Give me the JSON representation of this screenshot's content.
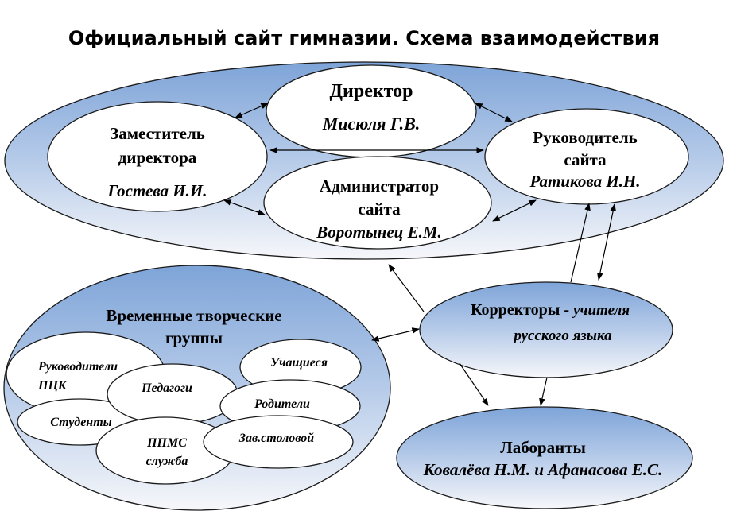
{
  "title": "Официальный сайт гимназии. Схема взаимодействия",
  "colors": {
    "accent_blue": "#8db0de",
    "light": "#f4f6fa",
    "stroke": "#1a1a1a"
  },
  "leadership_group": {
    "director": {
      "role": "Директор",
      "name": "Мисюля Г.В."
    },
    "deputy": {
      "role_line1": "Заместитель",
      "role_line2": "директора",
      "name": "Гостева И.И."
    },
    "site_admin": {
      "role_line1": "Администратор",
      "role_line2": "сайта",
      "name": "Воротынец Е.М."
    },
    "site_head": {
      "role_line1": "Руководитель",
      "role_line2": "сайта",
      "name": "Ратикова И.Н."
    }
  },
  "creative_groups": {
    "title_line1": "Временные творческие",
    "title_line2": "группы",
    "members": [
      {
        "line1": "Руководители",
        "line2": "ПЦК"
      },
      {
        "line1": "Педагоги",
        "line2": ""
      },
      {
        "line1": "Учащиеся",
        "line2": ""
      },
      {
        "line1": "Родители",
        "line2": ""
      },
      {
        "line1": "Студенты",
        "line2": ""
      },
      {
        "line1": "ППМС",
        "line2": "служба"
      },
      {
        "line1": "Зав.столовой",
        "line2": ""
      }
    ]
  },
  "correctors": {
    "role": "Корректоры",
    "separator": " - ",
    "detail_line1": "учителя",
    "detail_line2": "русского языка"
  },
  "lab": {
    "role": "Лаборанты",
    "names": "Ковалёва Н.М. и Афанасова Е.С."
  }
}
